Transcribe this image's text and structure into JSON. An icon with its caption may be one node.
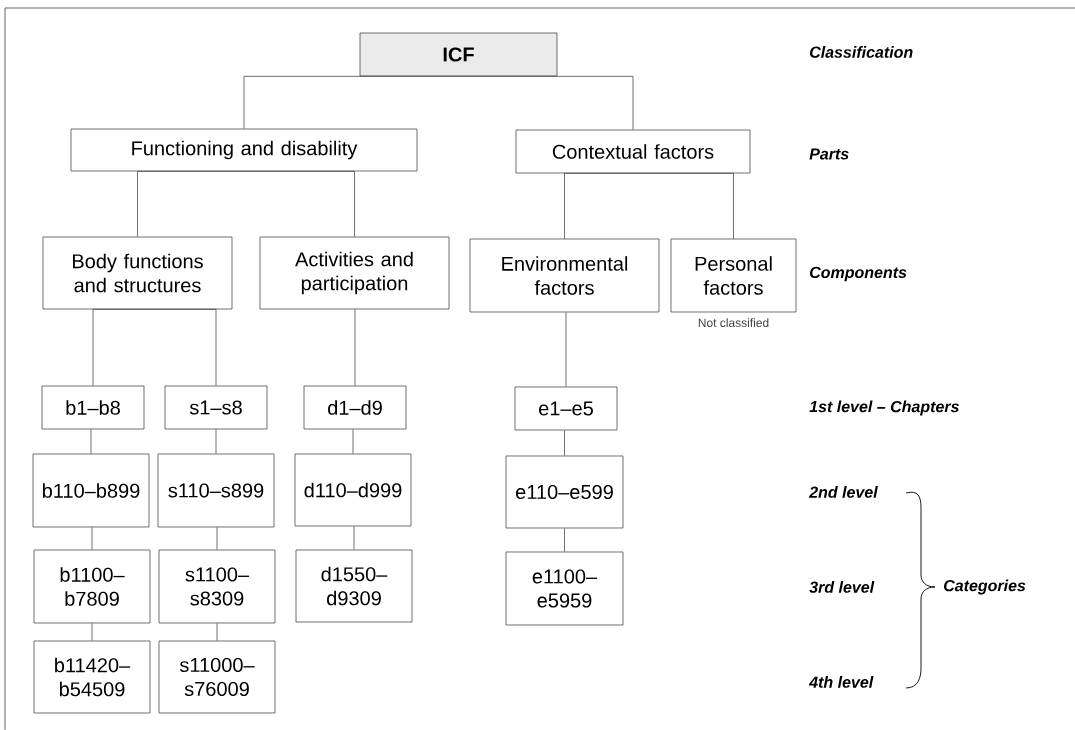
{
  "diagram": {
    "nodes": [
      {
        "text": [
          "ICF"
        ]
      },
      {
        "text": [
          "Functioning and disability"
        ]
      },
      {
        "text": [
          "Contextual factors"
        ]
      },
      {
        "text": [
          "Body functions and structures"
        ]
      },
      {
        "text": [
          "Activities and participation"
        ]
      },
      {
        "text": [
          "Environmental factors"
        ]
      },
      {
        "text": [
          "Personal factors"
        ],
        "beside": [
          "Not classified"
        ]
      },
      {
        "text": [
          "b1–b8"
        ]
      },
      {
        "text": [
          "s1–s8"
        ]
      },
      {
        "text": [
          "d1–d9"
        ]
      },
      {
        "text": [
          "e1–e5"
        ]
      },
      {
        "text": [
          "b110–b899"
        ]
      },
      {
        "text": [
          "s110–s899"
        ]
      },
      {
        "text": [
          "d110–d999"
        ]
      },
      {
        "text": [
          "e110–e599"
        ]
      },
      {
        "text": [
          "b1100–b7809"
        ]
      },
      {
        "text": [
          "s1100–s8309"
        ]
      },
      {
        "text": [
          "d1550–d9309"
        ]
      },
      {
        "text": [
          "e1100–e5959"
        ]
      },
      {
        "text": [
          "b11420–b54509"
        ]
      },
      {
        "text": [
          "s11000–s76009"
        ]
      }
    ],
    "edges": [
      {
        "from": 0,
        "to": 1,
        "arrow": "none"
      },
      {
        "from": 0,
        "to": 2,
        "arrow": "none"
      },
      {
        "from": 1,
        "to": 3,
        "arrow": "none"
      },
      {
        "from": 1,
        "to": 4,
        "arrow": "none"
      },
      {
        "from": 2,
        "to": 5,
        "arrow": "none"
      },
      {
        "from": 2,
        "to": 6,
        "arrow": "none"
      },
      {
        "from": 3,
        "to": 7,
        "arrow": "none"
      },
      {
        "from": 3,
        "to": 8,
        "arrow": "none"
      },
      {
        "from": 4,
        "to": 9,
        "arrow": "none"
      },
      {
        "from": 5,
        "to": 10,
        "arrow": "none"
      },
      {
        "from": 7,
        "to": 11,
        "arrow": "none"
      },
      {
        "from": 8,
        "to": 12,
        "arrow": "none"
      },
      {
        "from": 9,
        "to": 13,
        "arrow": "none"
      },
      {
        "from": 10,
        "to": 14,
        "arrow": "none"
      },
      {
        "from": 11,
        "to": 15,
        "arrow": "none"
      },
      {
        "from": 12,
        "to": 16,
        "arrow": "none"
      },
      {
        "from": 13,
        "to": 17,
        "arrow": "none"
      },
      {
        "from": 14,
        "to": 18,
        "arrow": "none"
      },
      {
        "from": 15,
        "to": 19,
        "arrow": "none"
      },
      {
        "from": 16,
        "to": 20,
        "arrow": "none"
      }
    ],
    "labels": [
      "Classification",
      "Parts",
      "Components",
      "1st level – Chapters",
      "2nd level",
      "3rd level",
      "4th level",
      "Categories"
    ]
  }
}
